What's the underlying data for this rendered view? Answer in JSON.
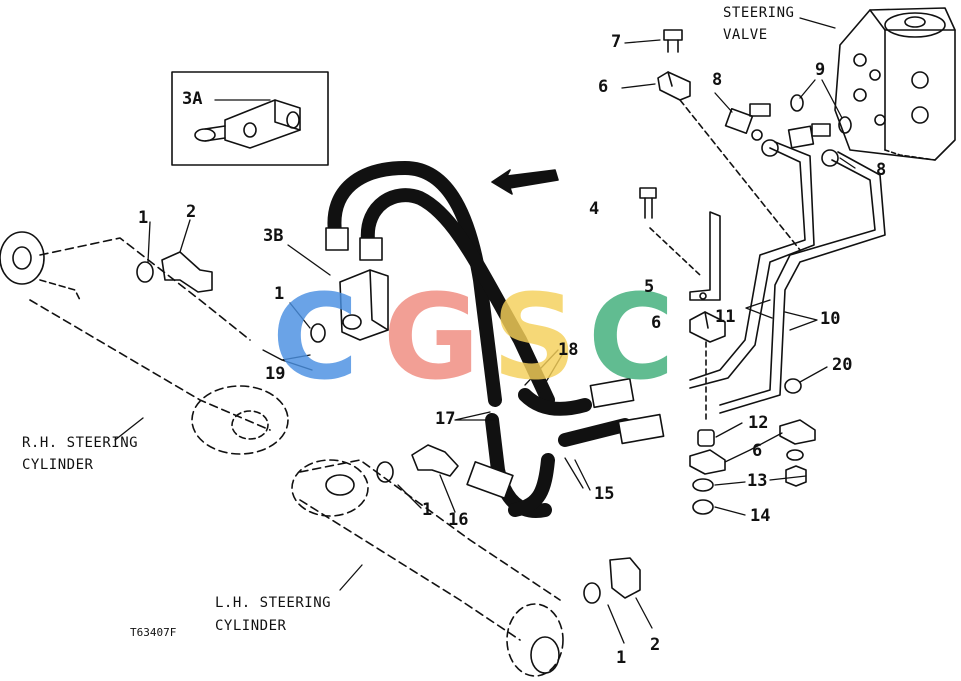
{
  "diagram": {
    "callouts": [
      {
        "id": "c7",
        "text": "7"
      },
      {
        "id": "c6a",
        "text": "6"
      },
      {
        "id": "c8a",
        "text": "8"
      },
      {
        "id": "c9",
        "text": "9"
      },
      {
        "id": "c8b",
        "text": "8"
      },
      {
        "id": "c3a",
        "text": "3A"
      },
      {
        "id": "c3b",
        "text": "3B"
      },
      {
        "id": "c4",
        "text": "4"
      },
      {
        "id": "c5",
        "text": "5"
      },
      {
        "id": "c6b",
        "text": "6"
      },
      {
        "id": "c11",
        "text": "11"
      },
      {
        "id": "c10",
        "text": "10"
      },
      {
        "id": "c20",
        "text": "20"
      },
      {
        "id": "c1a",
        "text": "1"
      },
      {
        "id": "c2a",
        "text": "2"
      },
      {
        "id": "c1b",
        "text": "1"
      },
      {
        "id": "c19",
        "text": "19"
      },
      {
        "id": "c18",
        "text": "18"
      },
      {
        "id": "c17",
        "text": "17"
      },
      {
        "id": "c12",
        "text": "12"
      },
      {
        "id": "c6c",
        "text": "6"
      },
      {
        "id": "c13",
        "text": "13"
      },
      {
        "id": "c14",
        "text": "14"
      },
      {
        "id": "c15",
        "text": "15"
      },
      {
        "id": "c1c",
        "text": "1"
      },
      {
        "id": "c16",
        "text": "16"
      },
      {
        "id": "c1d",
        "text": "1"
      },
      {
        "id": "c2b",
        "text": "2"
      }
    ],
    "captions": {
      "steering_valve_line1": "STEERING",
      "steering_valve_line2": "VALVE",
      "rh_cylinder_line1": "R.H. STEERING",
      "rh_cylinder_line2": "CYLINDER",
      "lh_cylinder_line1": "L.H. STEERING",
      "lh_cylinder_line2": "CYLINDER",
      "figure_id": "T63407F"
    },
    "watermark": {
      "letters": [
        "C",
        "G",
        "S",
        "C"
      ],
      "colors": [
        "#4a90e2",
        "#f08a7e",
        "#f5d05a",
        "#3fae7a"
      ]
    }
  }
}
